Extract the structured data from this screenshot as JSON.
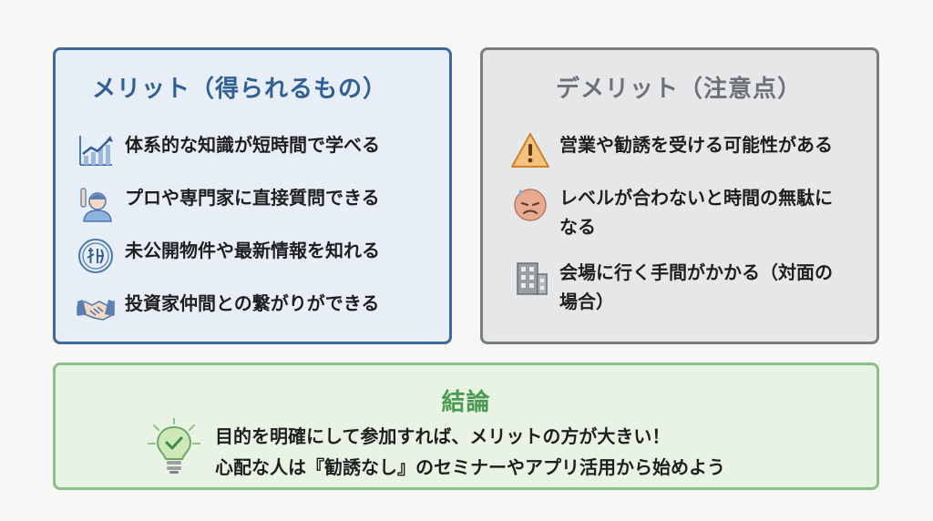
{
  "merit": {
    "title": "メリット（得られるもの）",
    "items": [
      {
        "icon": "chart-growth-icon",
        "text": "体系的な知識が短時間で学べる"
      },
      {
        "icon": "person-raising-hand-icon",
        "text": "プロや専門家に直接質問できる"
      },
      {
        "icon": "secret-seal-icon",
        "text": "未公開物件や最新情報を知れる"
      },
      {
        "icon": "handshake-icon",
        "text": "投資家仲間との繋がりができる"
      }
    ]
  },
  "demerit": {
    "title": "デメリット（注意点）",
    "items": [
      {
        "icon": "warning-icon",
        "lines": [
          "営業や勧誘を受ける可能性がある"
        ]
      },
      {
        "icon": "sweat-face-icon",
        "lines": [
          "レベルが合わないと時間の無駄に",
          "なる"
        ]
      },
      {
        "icon": "building-icon",
        "lines": [
          "会場に行く手間がかかる（対面の",
          "場合）"
        ]
      }
    ]
  },
  "conclusion": {
    "title": "結論",
    "icon": "lightbulb-check-icon",
    "lines": [
      "目的を明確にして参加すれば、メリットの方が大きい！",
      "心配な人は『勧誘なし』のセミナーやアプリ活用から始めよう"
    ]
  },
  "colors": {
    "merit_border": "#3f6a9e",
    "merit_bg": "#e8eef8",
    "demerit_border": "#7a7d80",
    "demerit_bg": "#e6e7e8",
    "conclusion_border": "#8cc08a",
    "conclusion_bg": "#e8f3e4"
  }
}
